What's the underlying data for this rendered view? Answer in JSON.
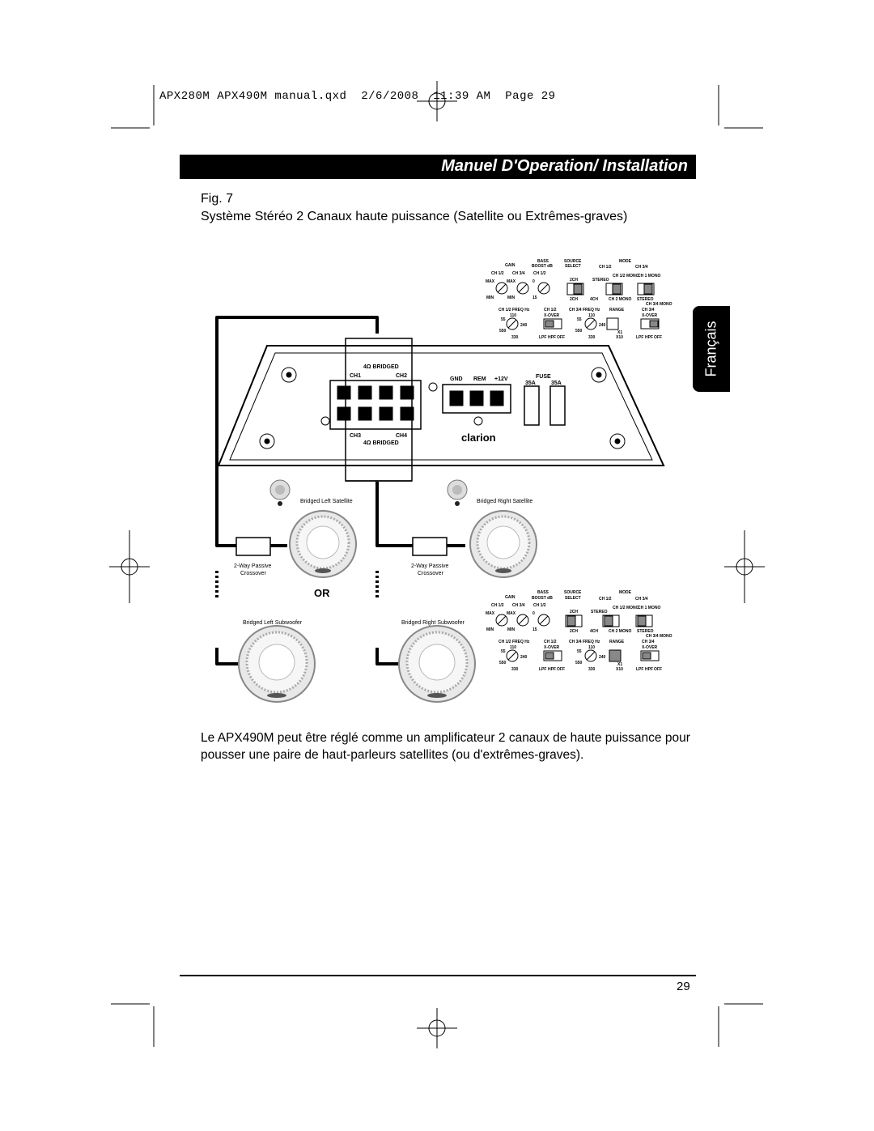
{
  "slug_line": "APX280M APX490M manual.qxd  2/6/2008  11:39 AM  Page 29",
  "banner_title": "Manuel D'Operation/ Installation",
  "language_tab": "Français",
  "figure": {
    "label": "Fig. 7",
    "caption": "Système Stéréo 2 Canaux haute puissance (Satellite ou Extrêmes-graves)"
  },
  "amp": {
    "bridged_top": "4Ω BRIDGED",
    "bridged_bottom": "4Ω BRIDGED",
    "ch1": "CH1",
    "ch2": "CH2",
    "ch3": "CH3",
    "ch4": "CH4",
    "gnd": "GND",
    "rem": "REM",
    "v12": "+12V",
    "fuse": "FUSE",
    "fuse_a": "35A",
    "fuse_b": "35A",
    "brand": "clarion"
  },
  "controls": {
    "gain": "GAIN",
    "bass": "BASS",
    "boost": "BOOST dB",
    "source": "SOURCE",
    "select": "SELECT",
    "mode": "MODE",
    "ch12": "CH 1/2",
    "ch34": "CH 3/4",
    "max": "MAX",
    "min": "MIN",
    "zero": "0",
    "fifteen": "15",
    "two_ch": "2CH",
    "four_ch": "4CH",
    "stereo": "STEREO",
    "mono": "MONO",
    "ch1_mono": "CH 1 MONO",
    "ch12_mono": "CH 1/2 MONO",
    "ch2_mono": "CH 2 MONO",
    "ch34_mono": "CH 3/4 MONO",
    "ch12_freq": "CH 1/2 FREQ Hz",
    "ch34_freq": "CH 3/4 FREQ Hz",
    "xover": "X-OVER",
    "range": "RANGE",
    "f55": "55",
    "f110": "110",
    "f240": "240",
    "f330": "330",
    "f550": "550",
    "lpf": "LPF",
    "hpf": "HPF",
    "off": "OFF",
    "x1": "X1",
    "x10": "X10"
  },
  "labels": {
    "left_satellite": "Bridged Left Satellite",
    "right_satellite": "Bridged Right Satellite",
    "crossover": "2-Way Passive",
    "crossover2": "Crossover",
    "or": "OR",
    "left_sub": "Bridged Left Subwoofer",
    "right_sub": "Bridged Right Subwoofer"
  },
  "body_text": "Le APX490M peut être réglé comme un amplificateur 2 canaux de haute puissance pour pousser une paire de haut-parleurs satellites (ou d'extrêmes-graves).",
  "page_number": "29"
}
